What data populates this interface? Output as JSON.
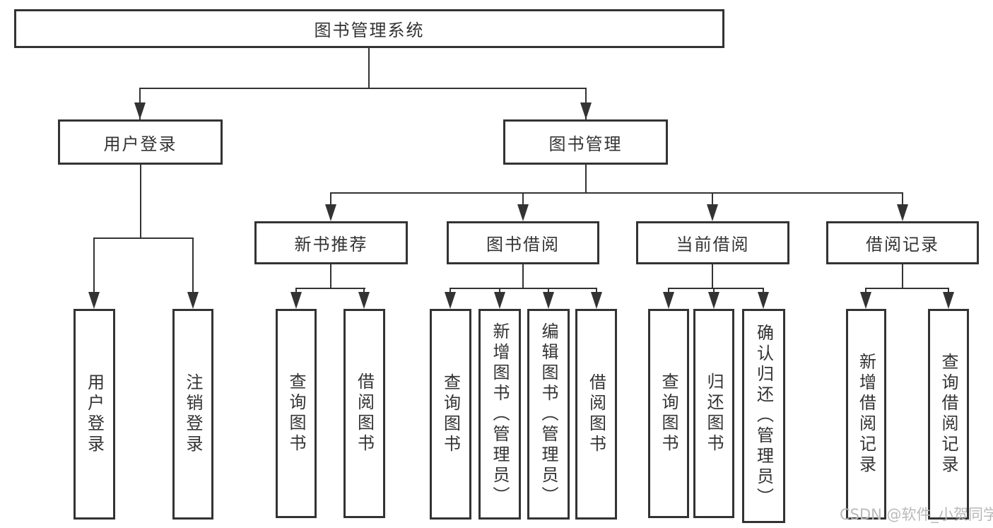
{
  "diagram": {
    "type": "hierarchy-tree",
    "colors": {
      "line": "#333333",
      "text": "#333333",
      "background": "#ffffff",
      "watermark": "#b9b9b9"
    }
  },
  "tree": {
    "label": "图书管理系统",
    "children": [
      {
        "label": "用户登录",
        "children": [
          {
            "label": "用户登录"
          },
          {
            "label": "注销登录"
          }
        ]
      },
      {
        "label": "图书管理",
        "children": [
          {
            "label": "新书推荐",
            "children": [
              {
                "label": "查询图书"
              },
              {
                "label": "借阅图书"
              }
            ]
          },
          {
            "label": "图书借阅",
            "children": [
              {
                "label": "查询图书"
              },
              {
                "label": "新增图书（管理员）"
              },
              {
                "label": "编辑图书（管理员）"
              },
              {
                "label": "借阅图书"
              }
            ]
          },
          {
            "label": "当前借阅",
            "children": [
              {
                "label": "查询图书"
              },
              {
                "label": "归还图书"
              },
              {
                "label": "确认归还（管理员）"
              }
            ]
          },
          {
            "label": "借阅记录",
            "children": [
              {
                "label": "新增借阅记录"
              },
              {
                "label": "查询借阅记录"
              }
            ]
          }
        ]
      }
    ]
  },
  "watermark": {
    "text": "CSDN @软件_小贺同学"
  }
}
